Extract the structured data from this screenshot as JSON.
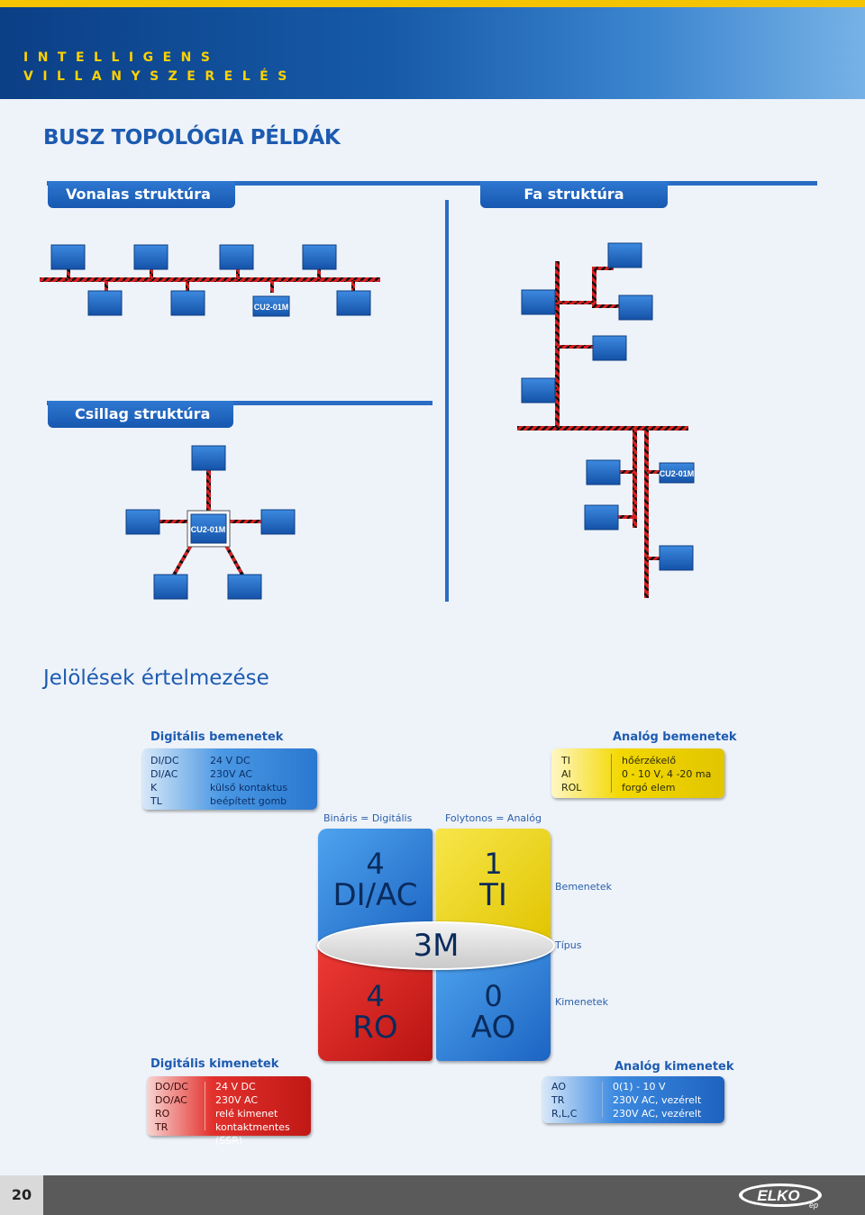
{
  "header": {
    "line1": "INTELLIGENS",
    "line2": "VILLANYSZERELÉS"
  },
  "title": "BUSZ TOPOLÓGIA PÉLDÁK",
  "topologies": {
    "line": "Vonalas struktúra",
    "tree": "Fa struktúra",
    "star": "Csillag struktúra"
  },
  "unit_label": "CU2-01M",
  "legend": {
    "title": "Jelölések értelmezése",
    "binary": "Bináris = Digitális",
    "continuous": "Folytonos = Analóg",
    "digital_inputs": {
      "title": "Digitális bemenetek",
      "codes": [
        "DI/DC",
        "DI/AC",
        "K",
        "TL"
      ],
      "descs": [
        "24 V DC",
        "230V AC",
        "külső kontaktus",
        "beépített gomb"
      ]
    },
    "analog_inputs": {
      "title": "Analóg bemenetek",
      "codes": [
        "TI",
        "AI",
        "ROL"
      ],
      "descs": [
        "hőérzékelő",
        "0 - 10 V, 4 -20 ma",
        "forgó elem"
      ]
    },
    "digital_outputs": {
      "title": "Digitális kimenetek",
      "codes": [
        "DO/DC",
        "DO/AC",
        "RO",
        "TR"
      ],
      "descs": [
        "24 V DC",
        "230V AC",
        "relé kimenet",
        "kontaktmentes (SSR)"
      ]
    },
    "analog_outputs": {
      "title": "Analóg kimenetek",
      "codes": [
        "AO",
        "TR",
        "R,L,C"
      ],
      "descs": [
        "0(1) - 10 V",
        "230V AC, vezérelt",
        "230V AC, vezérelt"
      ]
    },
    "grid": {
      "di": {
        "n": "4",
        "t": "DI/AC"
      },
      "ti": {
        "n": "1",
        "t": "TI"
      },
      "ro": {
        "n": "4",
        "t": "RO"
      },
      "ao": {
        "n": "0",
        "t": "AO"
      },
      "center": "3M",
      "label_inputs": "Bemenetek",
      "label_type": "Típus",
      "label_outputs": "Kimenetek"
    }
  },
  "footer": {
    "page": "20",
    "brand": "ELKO",
    "brand_sub": "ep"
  },
  "colors": {
    "blue": "#2a6cc4",
    "red": "#d9201e",
    "yellow": "#f1d500",
    "cable_red": "#d62020"
  }
}
